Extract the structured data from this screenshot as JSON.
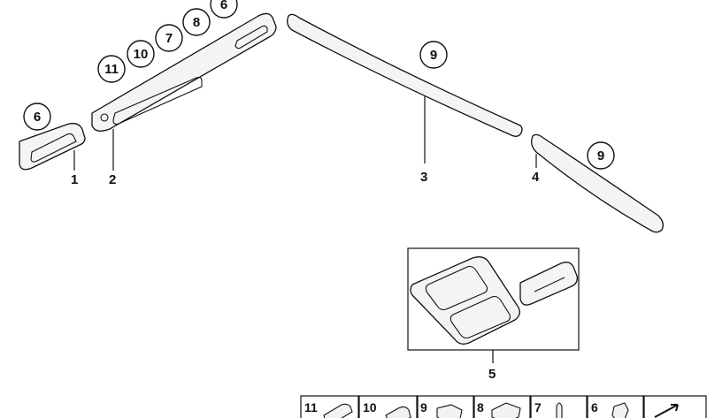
{
  "parts": [
    {
      "id": "part-1",
      "label": "1"
    },
    {
      "id": "part-2",
      "label": "2"
    },
    {
      "id": "part-3",
      "label": "3"
    },
    {
      "id": "part-4",
      "label": "4"
    },
    {
      "id": "part-5",
      "label": "5"
    }
  ],
  "callouts": {
    "part1_fastener": "6",
    "part2_fasteners": [
      "11",
      "10",
      "7",
      "8",
      "6"
    ],
    "part3_fastener": "9",
    "part4_fastener": "9"
  },
  "legend": [
    {
      "label": "11",
      "icon": "pad-icon"
    },
    {
      "label": "10",
      "icon": "spring-clip-icon"
    },
    {
      "label": "9",
      "icon": "clip-icon"
    },
    {
      "label": "8",
      "icon": "clip-icon"
    },
    {
      "label": "7",
      "icon": "pin-icon"
    },
    {
      "label": "6",
      "icon": "screw-clip-icon"
    },
    {
      "label": "",
      "icon": "arrow-icon"
    }
  ]
}
